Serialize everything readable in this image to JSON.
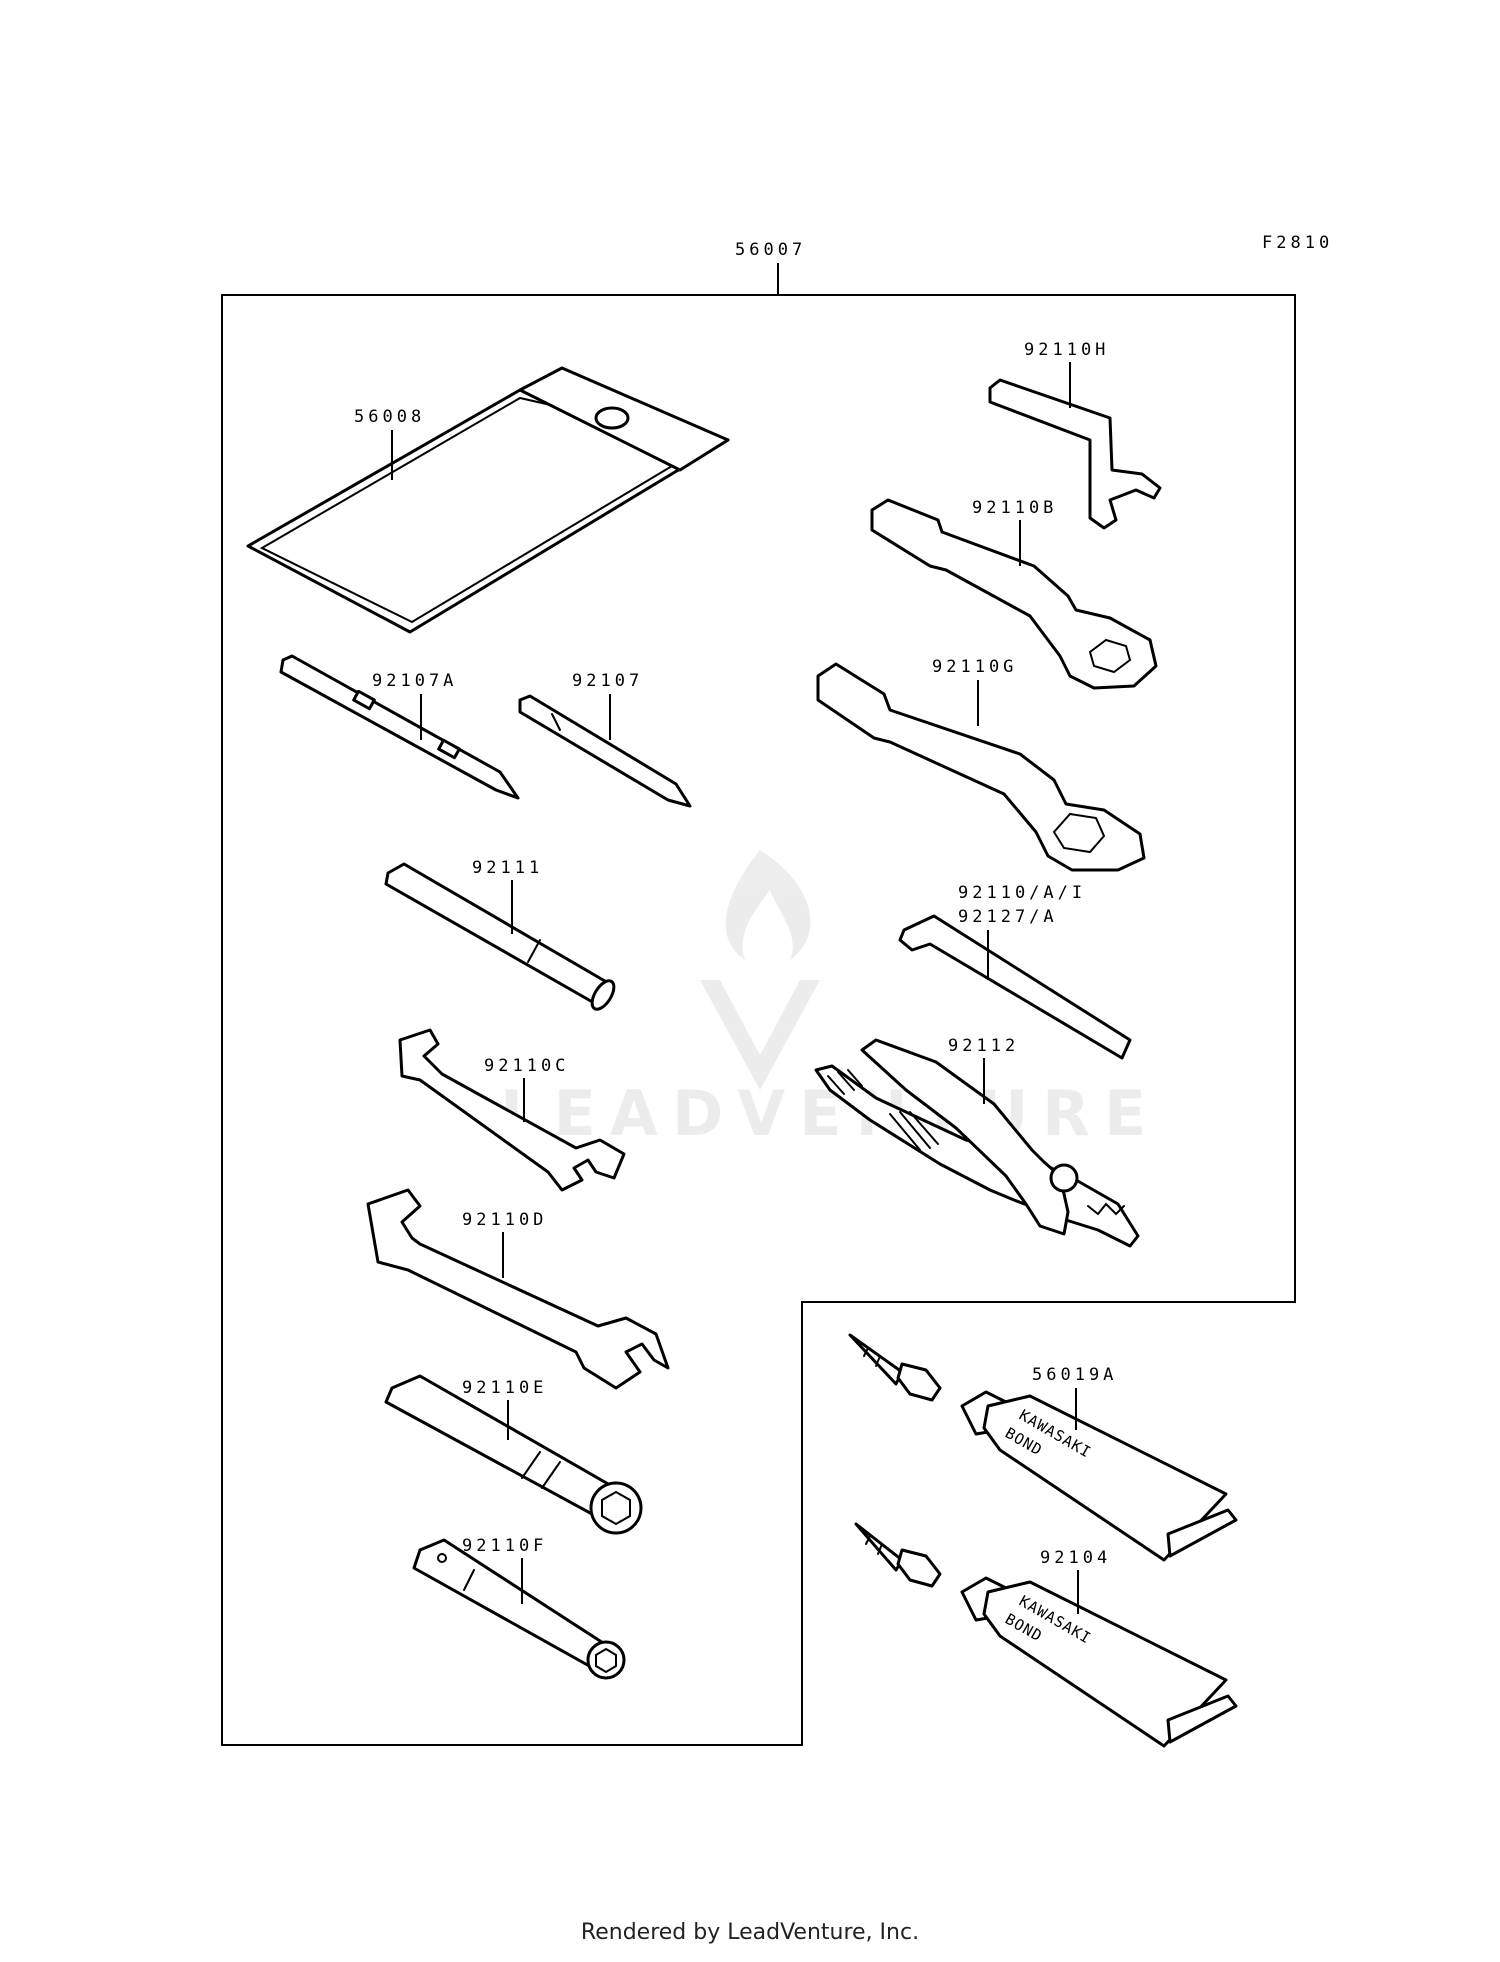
{
  "figure_code": "F2810",
  "kit_label": "56007",
  "parts": [
    {
      "label": "56008",
      "name": "tool case"
    },
    {
      "label": "92107A",
      "name": "screwdriver bit double"
    },
    {
      "label": "92107",
      "name": "screwdriver bit"
    },
    {
      "label": "92111",
      "name": "handle"
    },
    {
      "label": "92110C",
      "name": "open-end wrench small"
    },
    {
      "label": "92110D",
      "name": "open-end wrench large"
    },
    {
      "label": "92110E",
      "name": "socket wrench"
    },
    {
      "label": "92110F",
      "name": "socket wrench small"
    },
    {
      "label": "92110H",
      "name": "hook spanner"
    },
    {
      "label": "92110B",
      "name": "box wrench"
    },
    {
      "label": "92110G",
      "name": "box wrench large"
    },
    {
      "label": "92110/A/I",
      "name": "hex key"
    },
    {
      "label": "92127/A",
      "name": "hex key alt"
    },
    {
      "label": "92112",
      "name": "pliers"
    },
    {
      "label": "56019A",
      "name": "bond tube"
    },
    {
      "label": "92104",
      "name": "bond tube alt"
    }
  ],
  "tube_print": [
    "KAWASAKI",
    "BOND"
  ],
  "watermark_text": "LEADVENTURE",
  "footer": "Rendered by LeadVenture, Inc."
}
